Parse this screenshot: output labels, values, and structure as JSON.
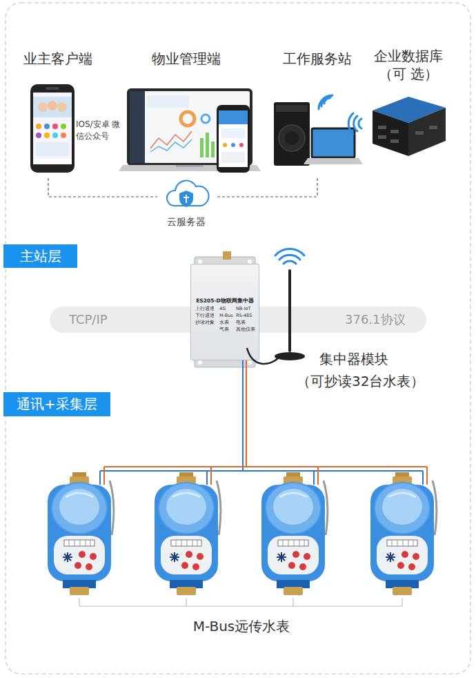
{
  "diagram": {
    "nodes": [
      {
        "text": [
          "业主客户端",
          "IOS/安卓 微信公众号"
        ]
      },
      {
        "text": [
          "物业管理端"
        ]
      },
      {
        "text": [
          "工作服务站"
        ]
      },
      {
        "text": [
          "企业数据库 （可 选）"
        ]
      },
      {
        "text": [
          "云服务器"
        ]
      },
      {
        "text": [
          "主站层"
        ]
      },
      {
        "text": [
          "TCP/IP",
          "376.1协议"
        ]
      },
      {
        "text": [
          "ES205-D物联网集中器"
        ]
      },
      {
        "text": [
          "通讯+采集层"
        ]
      },
      {
        "text": [
          "M-Bus远传水表"
        ]
      }
    ],
    "edges": [
      {
        "from": 0,
        "to": 4,
        "arrow": "none"
      },
      {
        "from": 2,
        "to": 4,
        "arrow": "none"
      },
      {
        "from": 7,
        "to": 9,
        "arrow": "none"
      }
    ],
    "labels": [
      "集中器模块",
      "（可抄读32台水表）",
      "上行通道",
      "4G",
      "NB-IoT",
      "下行通道",
      "M-Bus",
      "RS-485",
      "抄读对象",
      "水表",
      "电表",
      "气表",
      "其他仪表"
    ]
  }
}
